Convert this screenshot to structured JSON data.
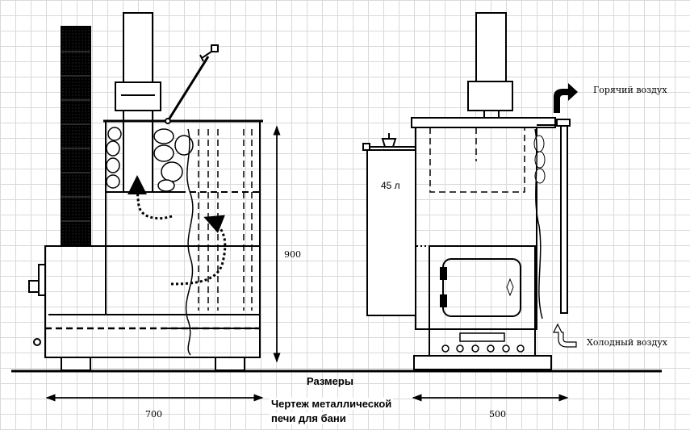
{
  "labels": {
    "hot_air": "Горячий воздух",
    "cold_air": "Холодный воздух",
    "tank_volume": "45 л",
    "height_dim": "900",
    "width_dim": "700",
    "depth_dim": "500",
    "sizes_title": "Размеры",
    "caption_line1": "Чертеж металлической",
    "caption_line2": "печи для бани"
  },
  "colors": {
    "line": "#000000",
    "grid": "#d9d9d9",
    "brick_fill": "#eeeeee"
  }
}
